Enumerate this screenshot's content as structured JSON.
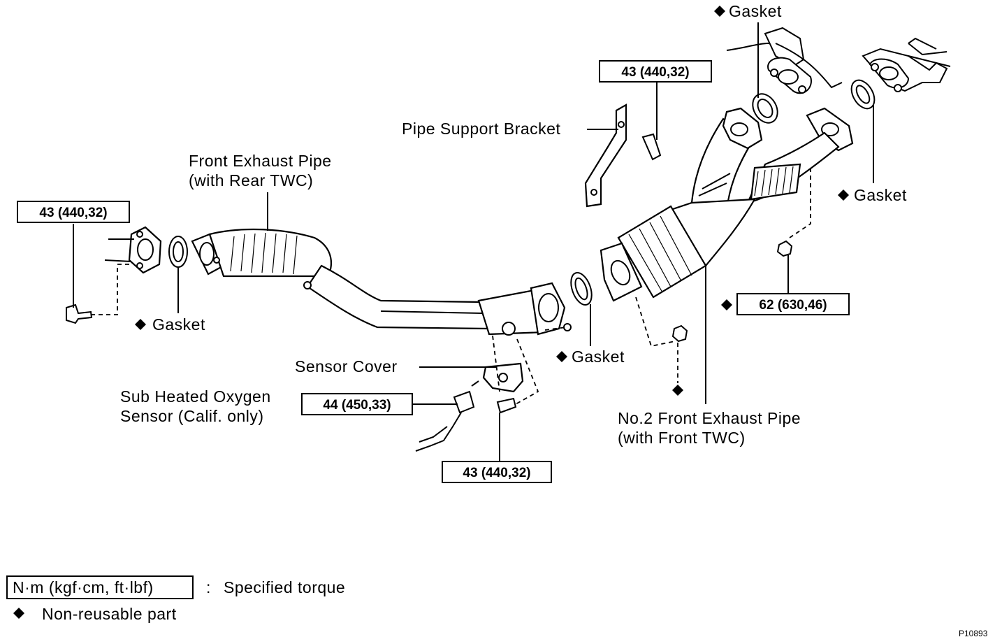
{
  "diagram": {
    "callouts": {
      "front_exhaust_pipe_line1": "Front Exhaust Pipe",
      "front_exhaust_pipe_line2": "(with Rear TWC)",
      "pipe_support_bracket": "Pipe Support Bracket",
      "gasket_top": "Gasket",
      "gasket_right": "Gasket",
      "gasket_left": "Gasket",
      "gasket_middle": "Gasket",
      "sensor_cover": "Sensor Cover",
      "sub_o2_line1": "Sub Heated Oxygen",
      "sub_o2_line2": "Sensor (Calif. only)",
      "no2_pipe_line1": "No.2 Front Exhaust Pipe",
      "no2_pipe_line2": "(with Front TWC)"
    },
    "torques": {
      "left_flange_bolt": "43 (440,32)",
      "bracket_bolt": "43 (440,32)",
      "twc_nut": "62 (630,46)",
      "oxygen_sensor": "44 (450,33)",
      "sensor_cover_bolt": "43 (440,32)"
    },
    "legend": {
      "torque_unit": "N·m (kgf·cm, ft·lbf)",
      "torque_separator": ":",
      "torque_meaning": "Specified torque",
      "non_reusable": "Non-reusable part"
    },
    "figure_code": "P10893"
  }
}
